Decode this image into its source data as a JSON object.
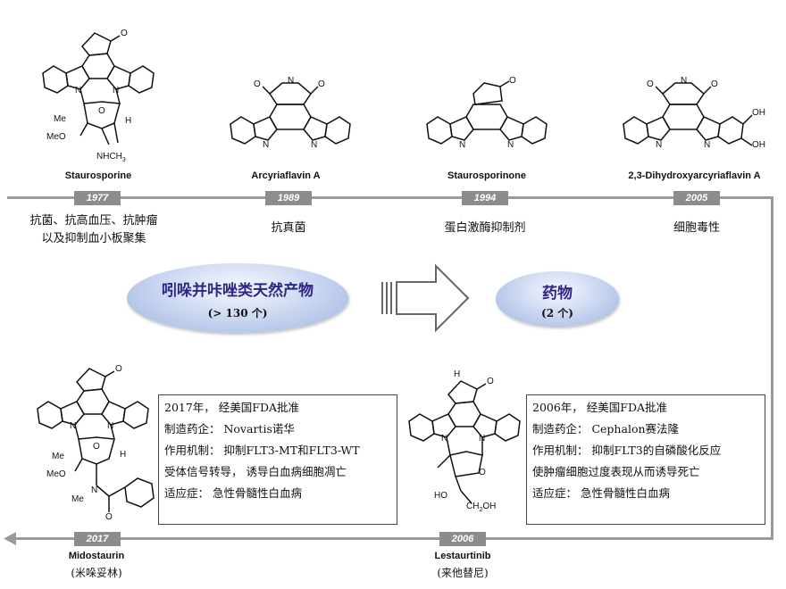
{
  "compounds_top": [
    {
      "name": "Staurosporine",
      "year": "1977",
      "activity": [
        "抗菌、抗高血压、抗肿瘤",
        "以及抑制血小板聚集"
      ]
    },
    {
      "name": "Arcyriaflavin A",
      "year": "1989",
      "activity": [
        "抗真菌"
      ]
    },
    {
      "name": "Staurosporinone",
      "year": "1994",
      "activity": [
        "蛋白激酶抑制剂"
      ]
    },
    {
      "name": "2,3-Dihydroxyarcyriaflavin A",
      "year": "2005",
      "activity": [
        "细胞毒性"
      ]
    }
  ],
  "center": {
    "natural_products_title": "吲哚并咔唑类天然产物",
    "natural_products_count": "(> 130  个)",
    "drugs_title": "药物",
    "drugs_count": "(2 个)"
  },
  "drugs": [
    {
      "name": "Midostaurin",
      "cn_name": "(米哚妥林)",
      "year": "2017",
      "info": [
        "2017年， 经美国FDA批准",
        "制造药企： Novartis诺华",
        "作用机制： 抑制FLT3-MT和FLT3-WT",
        "受体信号转导， 诱导白血病细胞凋亡",
        "适应症： 急性骨髓性白血病"
      ]
    },
    {
      "name": "Lestaurtinib",
      "cn_name": "(来他替尼)",
      "year": "2006",
      "info": [
        "2006年， 经美国FDA批准",
        "制造药企： Cephalon赛法隆",
        "作用机制： 抑制FLT3的自磷酸化反应",
        "使肿瘤细胞过度表现从而诱导死亡",
        "适应症： 急性骨髓性白血病"
      ]
    }
  ],
  "atoms": {
    "o": "O",
    "h": "H",
    "n": "N",
    "nh": "N",
    "me": "Me",
    "meo": "MeO",
    "nhch3": "NHCH",
    "three": "3",
    "oh": "OH",
    "ch2oh": "CH",
    "two": "2",
    "oh_tail": "OH",
    "ho": "HO",
    "nh_h": "H"
  },
  "colors": {
    "timeline": "#9a9a9a",
    "year_tag": "#8c8c8c",
    "ellipse_text": "#2e2585"
  }
}
